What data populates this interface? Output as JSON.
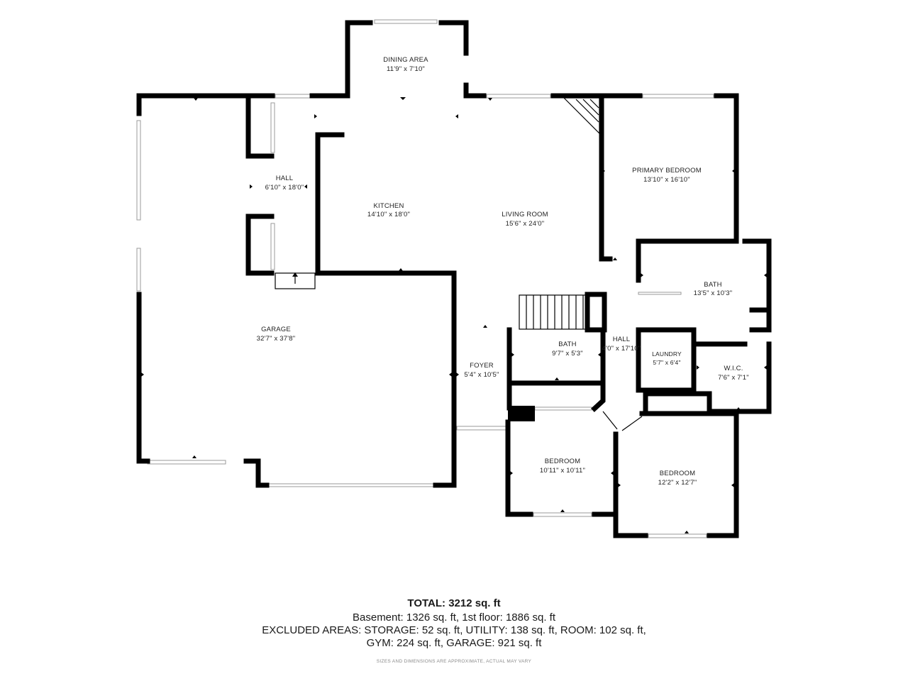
{
  "rooms": [
    {
      "name": "DINING AREA",
      "dims": "11'9\" x 7'10\""
    },
    {
      "name": "HALL",
      "dims": "6'10\" x 18'0\""
    },
    {
      "name": "KITCHEN",
      "dims": "14'10\" x 18'0\""
    },
    {
      "name": "LIVING ROOM",
      "dims": "15'6\" x 24'0\""
    },
    {
      "name": "PRIMARY BEDROOM",
      "dims": "13'10\" x 16'10\""
    },
    {
      "name": "GARAGE",
      "dims": "32'7\" x 37'8\""
    },
    {
      "name": "BATH",
      "dims": "13'5\" x 10'3\""
    },
    {
      "name": "BATH",
      "dims": "9'7\" x 5'3\""
    },
    {
      "name": "HALL",
      "dims": "4'0\" x 17'10\""
    },
    {
      "name": "LAUNDRY",
      "dims": "5'7\" x 6'4\""
    },
    {
      "name": "W.I.C.",
      "dims": "7'6\" x 7'1\""
    },
    {
      "name": "FOYER",
      "dims": "5'4\" x 10'5\""
    },
    {
      "name": "BEDROOM",
      "dims": "10'11\" x 10'11\""
    },
    {
      "name": "BEDROOM",
      "dims": "12'2\" x 12'7\""
    }
  ],
  "summary": {
    "total_label": "TOTAL:",
    "total_value": "3212 sq. ft",
    "line1": "Basement: 1326 sq. ft, 1st floor: 1886 sq. ft",
    "line2": "EXCLUDED AREAS: STORAGE: 52 sq. ft, UTILITY: 138 sq. ft, ROOM: 102 sq. ft,",
    "line3": "GYM: 224 sq. ft, GARAGE: 921 sq. ft",
    "disclaimer": "SIZES AND DIMENSIONS ARE APPROXIMATE, ACTUAL MAY VARY"
  }
}
